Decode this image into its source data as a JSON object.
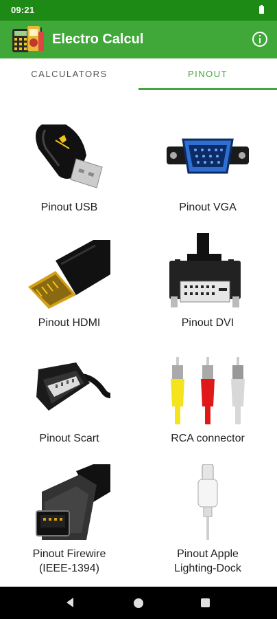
{
  "status_bar": {
    "time": "09:21"
  },
  "app_bar": {
    "title": "Electro Calcul",
    "info_icon": "info-icon",
    "logo_icon": "calculator-logo-icon"
  },
  "tabs": [
    {
      "label": "CALCULATORS",
      "selected": false
    },
    {
      "label": "PINOUT",
      "selected": true
    }
  ],
  "items": [
    {
      "label": "Pinout USB",
      "icon": "usb-connector-icon"
    },
    {
      "label": "Pinout VGA",
      "icon": "vga-connector-icon"
    },
    {
      "label": "Pinout HDMI",
      "icon": "hdmi-connector-icon"
    },
    {
      "label": "Pinout DVI",
      "icon": "dvi-connector-icon"
    },
    {
      "label": "Pinout Scart",
      "icon": "scart-connector-icon"
    },
    {
      "label": "RCA connector",
      "icon": "rca-connector-icon"
    },
    {
      "label": "Pinout Firewire\n(IEEE-1394)",
      "icon": "firewire-connector-icon"
    },
    {
      "label": "Pinout Apple\nLighting-Dock",
      "icon": "lightning-connector-icon"
    }
  ],
  "colors": {
    "status_bar": "#1e8a16",
    "app_bar": "#3fa838",
    "accent": "#3fa838",
    "nav_bar": "#000000"
  }
}
